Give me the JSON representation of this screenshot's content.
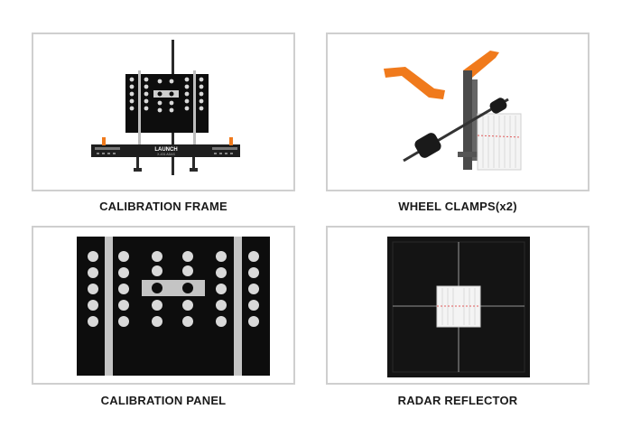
{
  "items": [
    {
      "caption": "CALIBRATION FRAME",
      "image": "calibration-frame-image"
    },
    {
      "caption": "WHEEL CLAMPS(x2)",
      "image": "wheel-clamp-image"
    },
    {
      "caption": "CALIBRATION PANEL",
      "image": "calibration-panel-image"
    },
    {
      "caption": "RADAR REFLECTOR",
      "image": "radar-reflector-image"
    }
  ],
  "frame_brand": {
    "name": "LAUNCH",
    "model": "X-431 ADAS"
  },
  "colors": {
    "border": "#cfcfcf",
    "panel": "#0d0d0d",
    "accent": "#f07a1c",
    "dot": "#d9d9d9",
    "metal": "#c4c4c4"
  }
}
